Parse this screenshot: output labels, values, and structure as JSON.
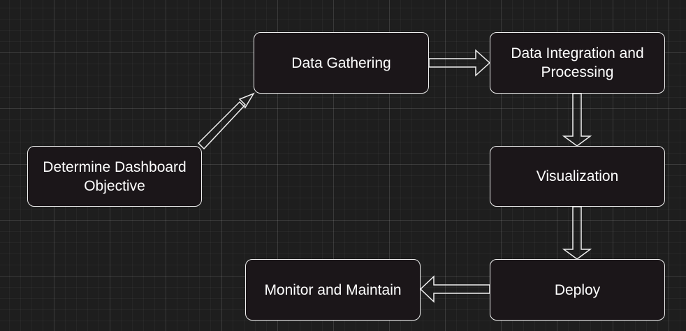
{
  "diagram": {
    "nodes": {
      "objective": {
        "label": "Determine Dashboard Objective"
      },
      "gathering": {
        "label": "Data Gathering"
      },
      "integration": {
        "label": "Data Integration and Processing"
      },
      "visualization": {
        "label": "Visualization"
      },
      "deploy": {
        "label": "Deploy"
      },
      "monitor": {
        "label": "Monitor and Maintain"
      }
    },
    "edges": [
      {
        "from": "objective",
        "to": "gathering"
      },
      {
        "from": "gathering",
        "to": "integration"
      },
      {
        "from": "integration",
        "to": "visualization"
      },
      {
        "from": "visualization",
        "to": "deploy"
      },
      {
        "from": "deploy",
        "to": "monitor"
      }
    ],
    "colors": {
      "background": "#1e1e1e",
      "node_fill": "#1b1619",
      "stroke": "#f0f0f0",
      "text": "#ffffff"
    }
  }
}
